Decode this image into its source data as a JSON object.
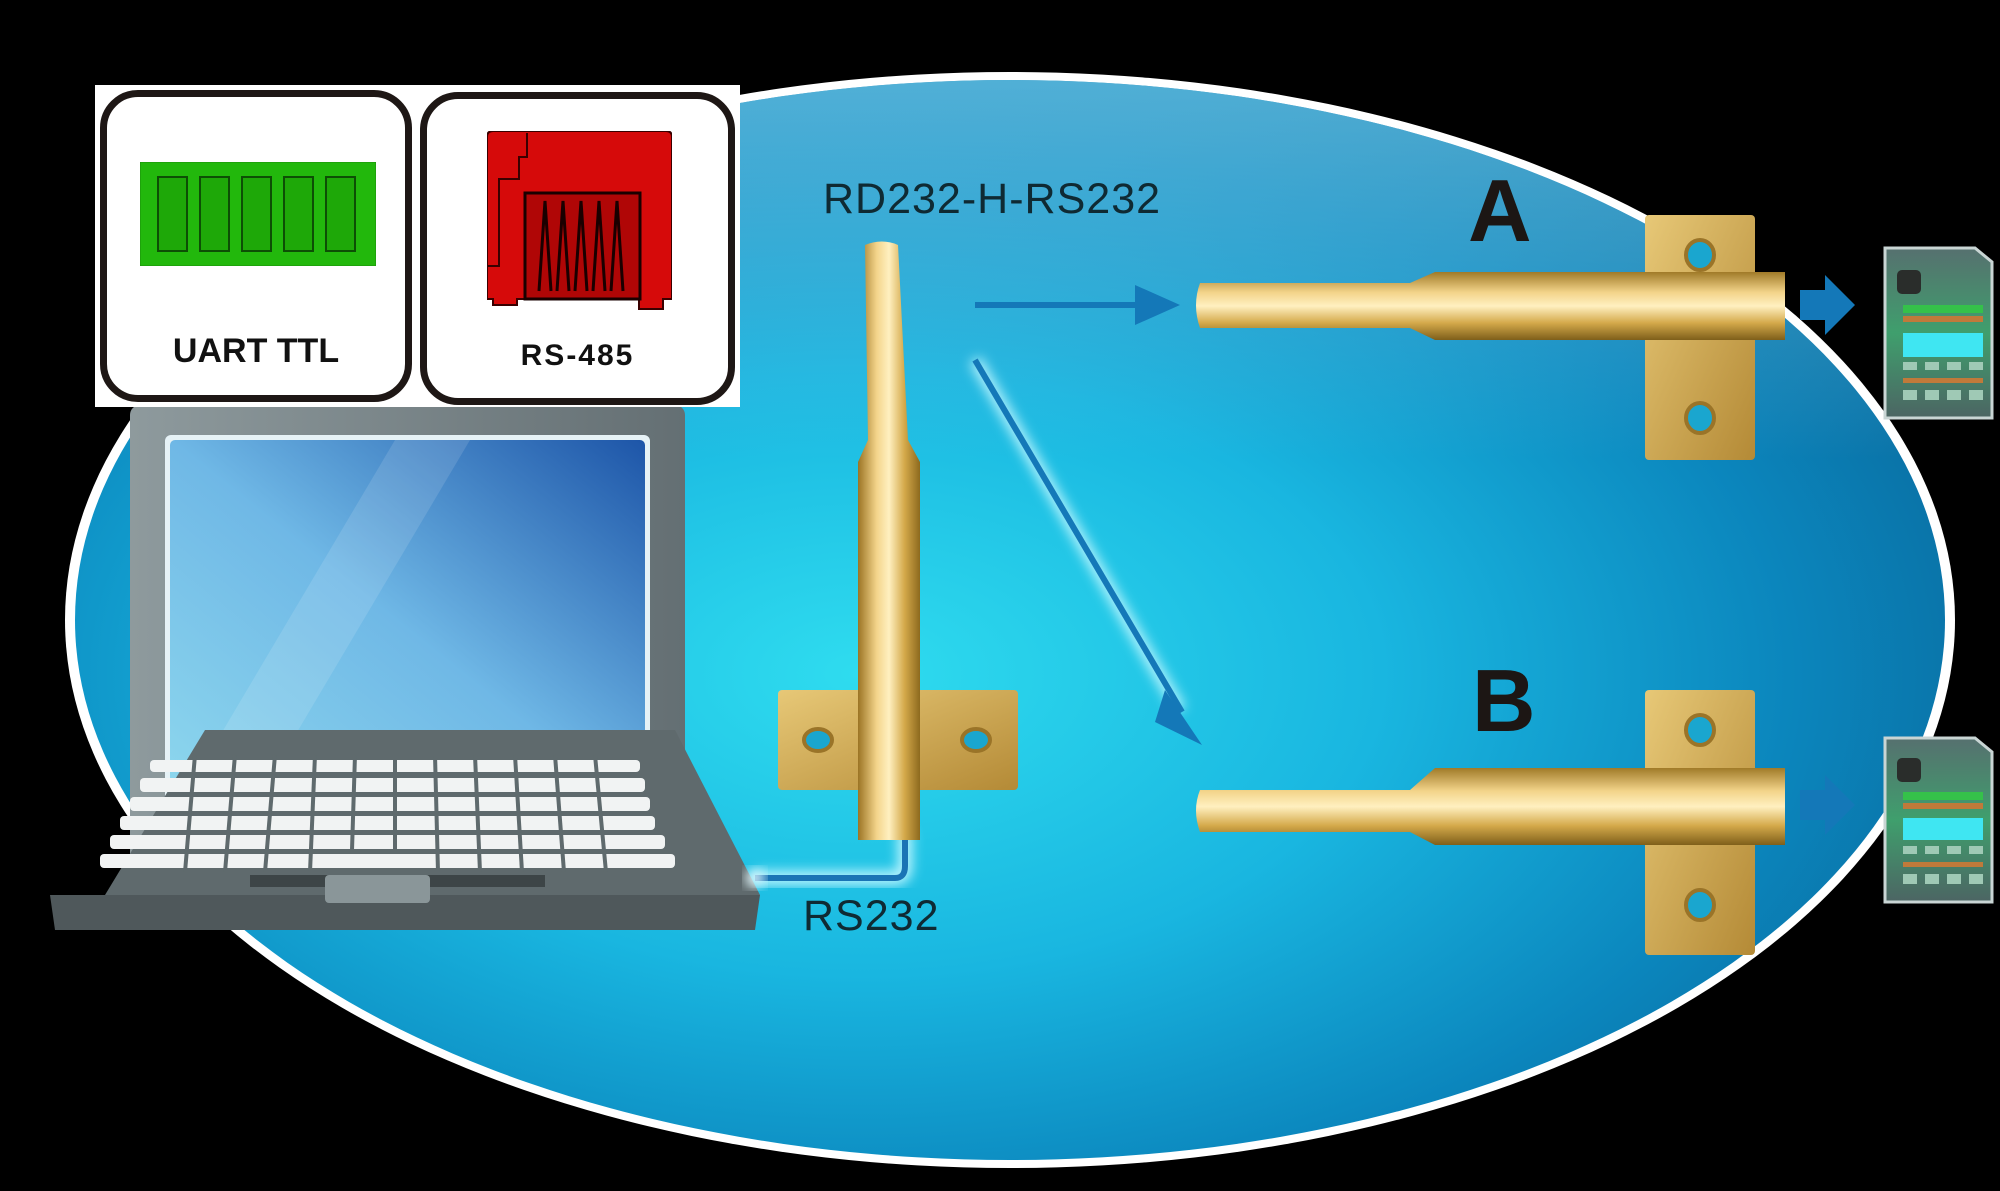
{
  "diagram": {
    "title_label": "RD232-H-RS232",
    "link_label": "RS232",
    "receivers": [
      {
        "id": "A",
        "label": "A"
      },
      {
        "id": "B",
        "label": "B"
      }
    ],
    "interface_options": [
      {
        "label": "UART TTL",
        "icon": "terminal-block-connector-icon",
        "color": "#22b80c"
      },
      {
        "label": "RS-485",
        "icon": "rj45-connector-icon",
        "color": "#d60a0a"
      }
    ],
    "colors": {
      "background": "#000000",
      "ellipse_light": "#38e6f2",
      "ellipse_dark": "#0a7fb0",
      "arrow": "#1478b8",
      "gold": "#d4a94a",
      "text": "#0f2a33"
    }
  }
}
